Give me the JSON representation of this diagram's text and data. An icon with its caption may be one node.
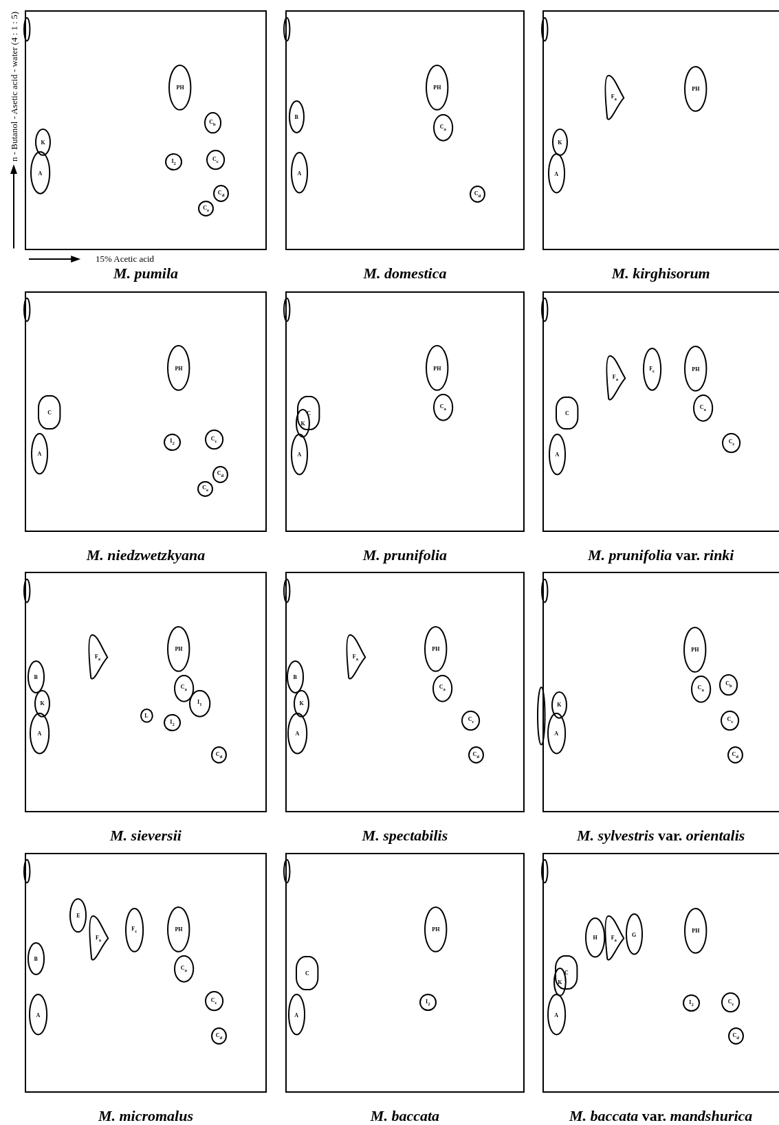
{
  "diagram": {
    "nodes": [
      {
        "text": [
          "M. pumila"
        ]
      },
      {
        "text": [],
        "shape": "ellipse",
        "in": 0
      },
      {
        "text": [
          "PH"
        ],
        "in": 0
      },
      {
        "text": [
          "C$_{b}$"
        ],
        "in": 0
      },
      {
        "text": [
          "K"
        ],
        "in": 0
      },
      {
        "text": [
          "C$_{c}$"
        ],
        "in": 0
      },
      {
        "text": [
          "I$_{2}$"
        ],
        "in": 0
      },
      {
        "text": [
          "A"
        ],
        "in": 0
      },
      {
        "text": [
          "C$_{d}$"
        ],
        "in": 0
      },
      {
        "text": [
          "C$_{e}$"
        ],
        "in": 0
      },
      {
        "text": [
          "M. domestica"
        ]
      },
      {
        "text": [],
        "shape": "ellipse",
        "in": 10
      },
      {
        "text": [
          "PH"
        ],
        "in": 10
      },
      {
        "text": [
          "B"
        ],
        "in": 10
      },
      {
        "text": [
          "C$_{a}$"
        ],
        "in": 10
      },
      {
        "text": [
          "A"
        ],
        "in": 10
      },
      {
        "text": [
          "C$_{d}$"
        ],
        "in": 10
      },
      {
        "text": [
          "M. kirghisorum"
        ]
      },
      {
        "text": [],
        "shape": "ellipse",
        "in": 17
      },
      {
        "text": [
          "PH"
        ],
        "in": 17
      },
      {
        "text": [
          "F$_{a}$"
        ],
        "in": 17
      },
      {
        "text": [
          "K"
        ],
        "in": 17
      },
      {
        "text": [
          "A"
        ],
        "in": 17
      },
      {
        "text": [
          "M. niedzwetzkyana"
        ]
      },
      {
        "text": [],
        "shape": "ellipse",
        "in": 23
      },
      {
        "text": [
          "PH"
        ],
        "in": 23
      },
      {
        "text": [
          "C"
        ],
        "in": 23
      },
      {
        "text": [
          "C$_{c}$"
        ],
        "in": 23
      },
      {
        "text": [
          "I$_{2}$"
        ],
        "in": 23
      },
      {
        "text": [
          "A"
        ],
        "in": 23
      },
      {
        "text": [
          "C$_{d}$"
        ],
        "in": 23
      },
      {
        "text": [
          "C$_{e}$"
        ],
        "in": 23
      },
      {
        "text": [
          "M. prunifolia"
        ]
      },
      {
        "text": [],
        "shape": "ellipse",
        "in": 32
      },
      {
        "text": [
          "PH"
        ],
        "in": 32
      },
      {
        "text": [
          "C$_{a}$"
        ],
        "in": 32
      },
      {
        "text": [
          "C"
        ],
        "in": 32
      },
      {
        "text": [
          "K"
        ],
        "in": 32
      },
      {
        "text": [
          "A"
        ],
        "in": 32
      },
      {
        "text": [
          "*M. prunifolia* var. *rinki*"
        ]
      },
      {
        "text": [],
        "shape": "ellipse",
        "in": 39
      },
      {
        "text": [
          "PH"
        ],
        "in": 39
      },
      {
        "text": [
          "F$_{c}$"
        ],
        "in": 39
      },
      {
        "text": [
          "F$_{a}$"
        ],
        "in": 39
      },
      {
        "text": [
          "C$_{a}$"
        ],
        "in": 39
      },
      {
        "text": [
          "C"
        ],
        "in": 39
      },
      {
        "text": [
          "C$_{c}$"
        ],
        "in": 39
      },
      {
        "text": [
          "A"
        ],
        "in": 39
      },
      {
        "text": [
          "M. sieversii"
        ]
      },
      {
        "text": [],
        "shape": "ellipse",
        "in": 48
      },
      {
        "text": [
          "PH"
        ],
        "in": 48
      },
      {
        "text": [
          "F$_{a}$"
        ],
        "in": 48
      },
      {
        "text": [
          "B"
        ],
        "in": 48
      },
      {
        "text": [
          "C$_{a}$"
        ],
        "in": 48
      },
      {
        "text": [
          "I$_{1}$"
        ],
        "in": 48
      },
      {
        "text": [
          "K"
        ],
        "in": 48
      },
      {
        "text": [
          "L"
        ],
        "in": 48
      },
      {
        "text": [
          "I$_{2}$"
        ],
        "in": 48
      },
      {
        "text": [
          "A"
        ],
        "in": 48
      },
      {
        "text": [
          "C$_{d}$"
        ],
        "in": 48
      },
      {
        "text": [
          "M. spectabilis"
        ]
      },
      {
        "text": [],
        "shape": "ellipse",
        "in": 60
      },
      {
        "text": [
          "PH"
        ],
        "in": 60
      },
      {
        "text": [
          "F$_{a}$"
        ],
        "in": 60
      },
      {
        "text": [
          "B"
        ],
        "in": 60
      },
      {
        "text": [
          "C$_{a}$"
        ],
        "in": 60
      },
      {
        "text": [
          "K"
        ],
        "in": 60
      },
      {
        "text": [
          "C$_{c}$"
        ],
        "in": 60
      },
      {
        "text": [
          "A"
        ],
        "in": 60
      },
      {
        "text": [
          "C$_{d}$"
        ],
        "in": 60
      },
      {
        "text": [
          "*M. sylvestris* var. *orientalis*"
        ]
      },
      {
        "text": [],
        "shape": "ellipse",
        "in": 70
      },
      {
        "text": [
          "PH"
        ],
        "in": 70
      },
      {
        "text": [
          "C$_{b}$"
        ],
        "in": 70
      },
      {
        "text": [
          "C$_{a}$"
        ],
        "in": 70
      },
      {
        "text": [
          "K"
        ],
        "in": 70
      },
      {
        "text": [],
        "shape": "ellipse",
        "in": 70
      },
      {
        "text": [
          "C$_{c}$"
        ],
        "in": 70
      },
      {
        "text": [
          "A"
        ],
        "in": 70
      },
      {
        "text": [
          "C$_{d}$"
        ],
        "in": 70
      },
      {
        "text": [
          "M. micromalus"
        ]
      },
      {
        "text": [],
        "shape": "ellipse",
        "in": 80
      },
      {
        "text": [
          "E"
        ],
        "in": 80
      },
      {
        "text": [
          "PH"
        ],
        "in": 80
      },
      {
        "text": [
          "F$_{c}$"
        ],
        "in": 80
      },
      {
        "text": [
          "F$_{a}$"
        ],
        "in": 80
      },
      {
        "text": [
          "B"
        ],
        "in": 80
      },
      {
        "text": [
          "C$_{a}$"
        ],
        "in": 80
      },
      {
        "text": [
          "C$_{c}$"
        ],
        "in": 80
      },
      {
        "text": [
          "A"
        ],
        "in": 80
      },
      {
        "text": [
          "C$_{d}$"
        ],
        "in": 80
      },
      {
        "text": [
          "M. baccata"
        ]
      },
      {
        "text": [],
        "shape": "ellipse",
        "in": 91
      },
      {
        "text": [
          "PH"
        ],
        "in": 91
      },
      {
        "text": [
          "C"
        ],
        "in": 91
      },
      {
        "text": [
          "I$_{2}$"
        ],
        "in": 91
      },
      {
        "text": [
          "A"
        ],
        "in": 91
      },
      {
        "text": [
          "*M. baccata* var. *mandshurica*"
        ]
      },
      {
        "text": [],
        "shape": "ellipse",
        "in": 97
      },
      {
        "text": [
          "PH"
        ],
        "in": 97
      },
      {
        "text": [
          "G"
        ],
        "in": 97
      },
      {
        "text": [
          "H"
        ],
        "in": 97
      },
      {
        "text": [
          "F$_{a}$"
        ],
        "in": 97
      },
      {
        "text": [
          "C"
        ],
        "in": 97
      },
      {
        "text": [
          "K"
        ],
        "in": 97
      },
      {
        "text": [
          "I$_{2}$"
        ],
        "in": 97
      },
      {
        "text": [
          "C$_{c}$"
        ],
        "in": 97
      },
      {
        "text": [
          "A"
        ],
        "in": 97
      },
      {
        "text": [
          "C$_{d}$"
        ],
        "in": 97
      }
    ],
    "labels": [
      "n - Butanol - Asetic acid - water (4 : 1 : 5)",
      "15% Acetic acid"
    ]
  }
}
